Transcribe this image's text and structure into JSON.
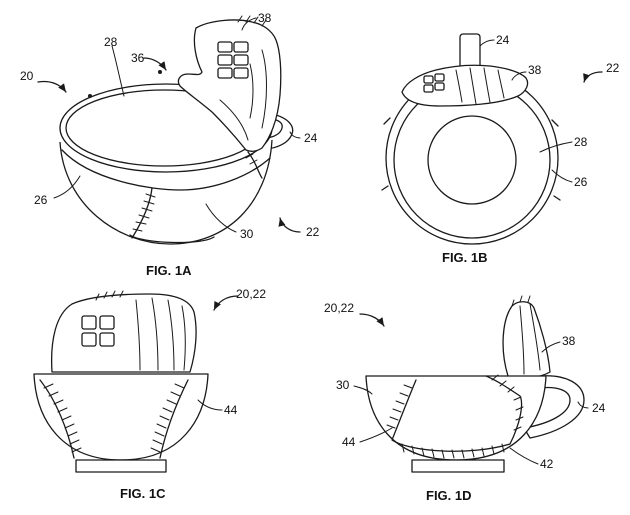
{
  "figures": [
    {
      "id": "1A",
      "caption": "FIG. 1A",
      "refs": [
        "38",
        "28",
        "36",
        "20",
        "24",
        "26",
        "30",
        "22"
      ]
    },
    {
      "id": "1B",
      "caption": "FIG. 1B",
      "refs": [
        "24",
        "22",
        "38",
        "28",
        "26"
      ]
    },
    {
      "id": "1C",
      "caption": "FIG. 1C",
      "refs": [
        "20,22",
        "44"
      ]
    },
    {
      "id": "1D",
      "caption": "FIG. 1D",
      "refs": [
        "20,22",
        "38",
        "30",
        "24",
        "44",
        "42"
      ]
    }
  ]
}
